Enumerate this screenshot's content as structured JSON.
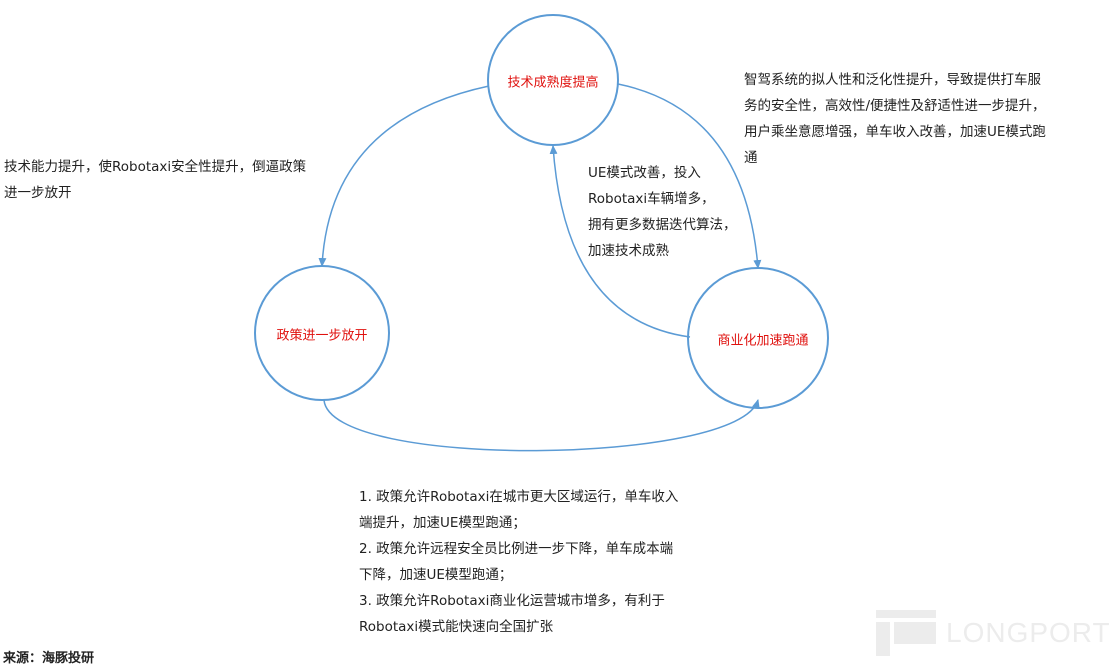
{
  "nodes": {
    "tech": "技术成熟度提高",
    "policy": "政策进一步放开",
    "commercial": "商业化加速跑通"
  },
  "notes": {
    "tech_to_policy": [
      "技术能力提升，使Robotaxi安全性提升，倒逼政策",
      "进一步放开"
    ],
    "tech_to_commercial": [
      "智驾系统的拟人性和泛化性提升，导致提供打车服",
      "务的安全性，高效性/便捷性及舒适性进一步提升，",
      "用户乘坐意愿增强，单车收入改善，加速UE模式跑",
      "通"
    ],
    "commercial_to_tech": [
      "UE模式改善，投入",
      "Robotaxi车辆增多，",
      "拥有更多数据迭代算法，",
      "加速技术成熟"
    ],
    "policy_to_commercial": [
      "1. 政策允许Robotaxi在城市更大区域运行，单车收入",
      "端提升，加速UE模型跑通；",
      "2. 政策允许远程安全员比例进一步下降，单车成本端",
      "下降，加速UE模型跑通；",
      "3. 政策允许Robotaxi商业化运营城市增多，有利于",
      "Robotaxi模式能快速向全国扩张"
    ]
  },
  "source": "来源：海豚投研",
  "watermark": "LONGPORT",
  "colors": {
    "stroke": "#5b9bd5",
    "node_text": "#e0120f"
  }
}
